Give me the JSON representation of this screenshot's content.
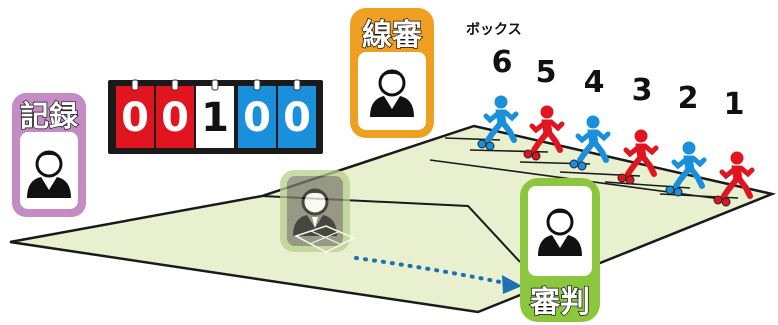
{
  "roles": {
    "recorder": "記録",
    "line_judge": "線審",
    "referee": "審判"
  },
  "box_header": "ボックス",
  "box_numbers": [
    "6",
    "5",
    "4",
    "3",
    "2",
    "1"
  ],
  "player_colors": [
    "blue",
    "red",
    "blue",
    "red",
    "blue",
    "red"
  ],
  "scoreboard": {
    "digits": [
      "0",
      "0",
      "1",
      "0",
      "0"
    ],
    "digit_colors": [
      "red",
      "red",
      "white",
      "blue",
      "blue"
    ]
  },
  "colors": {
    "court_fill": "#e8f0d0",
    "court_line": "#1a1a1a",
    "red": "#e0151f",
    "blue": "#1a8fdc",
    "recorder_frame": "#c48bc4",
    "line_judge_frame": "#f0a020",
    "referee_frame": "#8cc63e",
    "arrow": "#1e6fb4"
  }
}
